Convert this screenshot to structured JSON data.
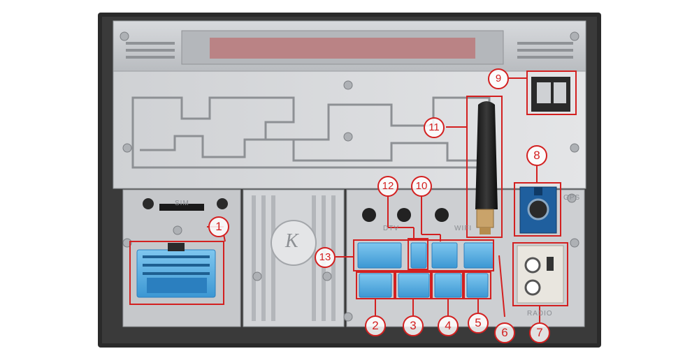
{
  "etched_text": {
    "sim": "SIM",
    "dtv": "DTV",
    "wifi": "WIFI",
    "gps": "GPS",
    "radio": "RADIO",
    "logo_letter": "K"
  },
  "callouts": [
    {
      "id": "1",
      "label": "1"
    },
    {
      "id": "2",
      "label": "2"
    },
    {
      "id": "3",
      "label": "3"
    },
    {
      "id": "4",
      "label": "4"
    },
    {
      "id": "5",
      "label": "5"
    },
    {
      "id": "6",
      "label": "6"
    },
    {
      "id": "7",
      "label": "7"
    },
    {
      "id": "8",
      "label": "8"
    },
    {
      "id": "9",
      "label": "9"
    },
    {
      "id": "10",
      "label": "10"
    },
    {
      "id": "11",
      "label": "11"
    },
    {
      "id": "12",
      "label": "12"
    },
    {
      "id": "13",
      "label": "13"
    }
  ],
  "colors": {
    "callout": "#d32020",
    "chassis": "#c9cbce",
    "bezel": "#2a2a2a",
    "connector": "#5ab3e6",
    "connector_dark": "#2b7fbf",
    "gps_connector": "#1f5f9e"
  }
}
